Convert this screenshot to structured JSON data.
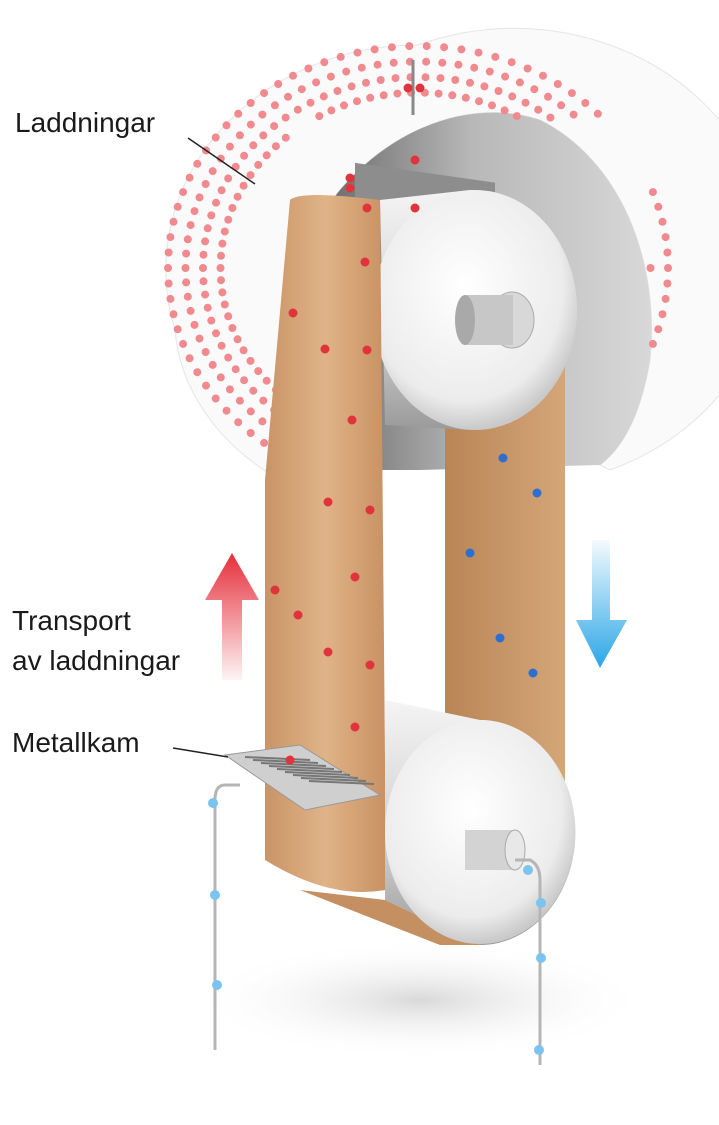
{
  "labels": {
    "charges": "Laddningar",
    "transport_line1": "Transport",
    "transport_line2": "av laddningar",
    "comb": "Metallkam"
  },
  "colors": {
    "positive_charge": "#e0343c",
    "negative_charge": "#2d6fd0",
    "belt": "#d6a57a",
    "arrow_up": "#e52f3a",
    "arrow_down": "#2aa6e6",
    "wire_bead": "#7cc3f0"
  }
}
